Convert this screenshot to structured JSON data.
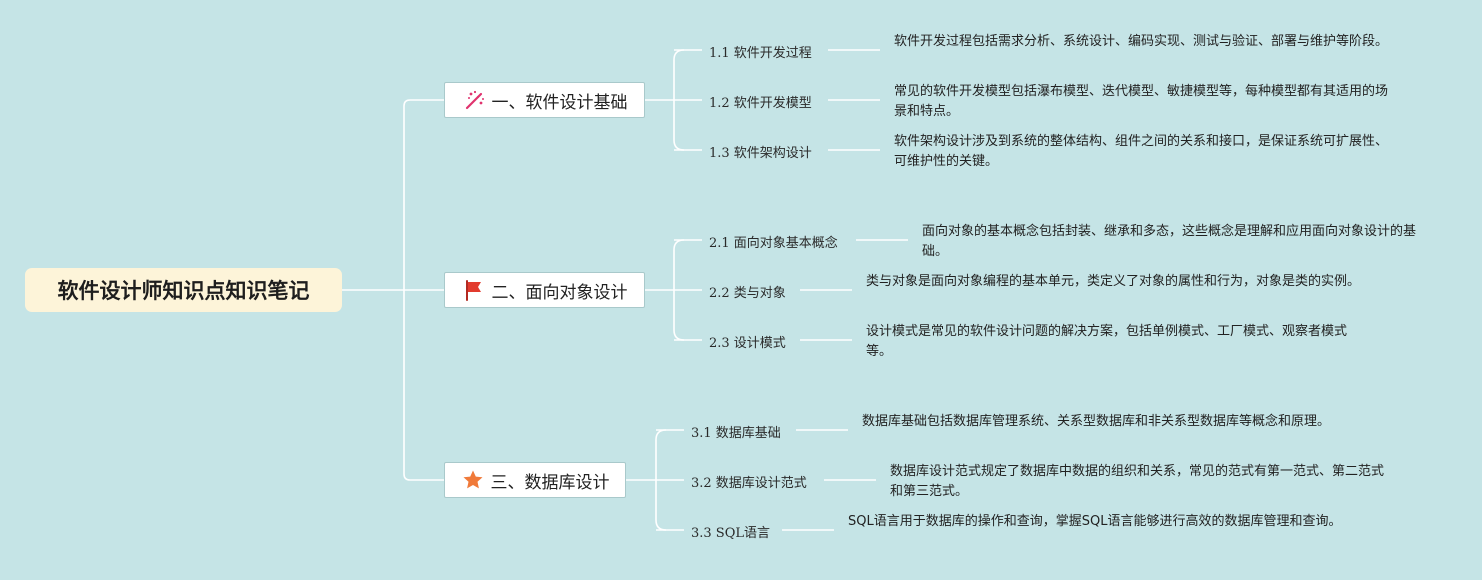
{
  "root": {
    "title": "软件设计师知识点知识笔记"
  },
  "branches": [
    {
      "label": "一、软件设计基础",
      "icon": "sparkle-wand-icon",
      "children": [
        {
          "label": "1.1 软件开发过程",
          "desc": "软件开发过程包括需求分析、系统设计、编码实现、测试与验证、部署与维护等阶段。"
        },
        {
          "label": "1.2 软件开发模型",
          "desc": "常见的软件开发模型包括瀑布模型、迭代模型、敏捷模型等，每种模型都有其适用的场景和特点。"
        },
        {
          "label": "1.3 软件架构设计",
          "desc": "软件架构设计涉及到系统的整体结构、组件之间的关系和接口，是保证系统可扩展性、可维护性的关键。"
        }
      ]
    },
    {
      "label": "二、面向对象设计",
      "icon": "red-flag-icon",
      "children": [
        {
          "label": "2.1 面向对象基本概念",
          "desc": "面向对象的基本概念包括封装、继承和多态，这些概念是理解和应用面向对象设计的基础。"
        },
        {
          "label": "2.2 类与对象",
          "desc": "类与对象是面向对象编程的基本单元，类定义了对象的属性和行为，对象是类的实例。"
        },
        {
          "label": "2.3 设计模式",
          "desc": "设计模式是常见的软件设计问题的解决方案，包括单例模式、工厂模式、观察者模式等。"
        }
      ]
    },
    {
      "label": "三、数据库设计",
      "icon": "orange-star-icon",
      "children": [
        {
          "label": "3.1 数据库基础",
          "desc": "数据库基础包括数据库管理系统、关系型数据库和非关系型数据库等概念和原理。"
        },
        {
          "label": "3.2 数据库设计范式",
          "desc": "数据库设计范式规定了数据库中数据的组织和关系，常见的范式有第一范式、第二范式和第三范式。"
        },
        {
          "label": "3.3 SQL语言",
          "desc": "SQL语言用于数据库的操作和查询，掌握SQL语言能够进行高效的数据库管理和查询。"
        }
      ]
    }
  ],
  "colors": {
    "background": "#c5e4e6",
    "root_fill": "#fdf4d9",
    "line": "#ffffff",
    "flag": "#e23b2e",
    "star": "#f07a3a",
    "wand": "#e0336e"
  }
}
